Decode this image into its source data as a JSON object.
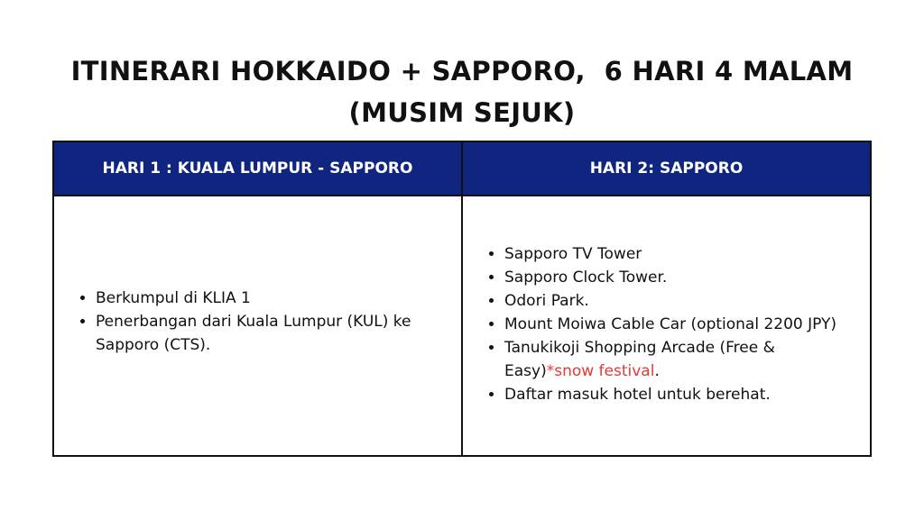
{
  "title": {
    "line1": "ITINERARI HOKKAIDO + SAPPORO,  6 HARI 4 MALAM",
    "line2": "(MUSIM SEJUK)"
  },
  "columns": [
    {
      "header": "HARI 1 : KUALA LUMPUR - SAPPORO",
      "items": [
        "Berkumpul di KLIA 1",
        "Penerbangan dari Kuala Lumpur (KUL) ke Sapporo (CTS)."
      ]
    },
    {
      "header": "HARI 2: SAPPORO",
      "items": [
        "Sapporo TV Tower",
        "Sapporo Clock Tower.",
        "Odori Park.",
        "Mount Moiwa Cable Car (optional 2200 JPY)",
        "Tanukikoji Shopping Arcade (Free & Easy)",
        "Daftar masuk hotel untuk berehat."
      ],
      "highlight": "*snow festival",
      "highlight_suffix": ".",
      "highlight_color": "#e53935"
    }
  ],
  "colors": {
    "header_bg": "#0f2580"
  }
}
